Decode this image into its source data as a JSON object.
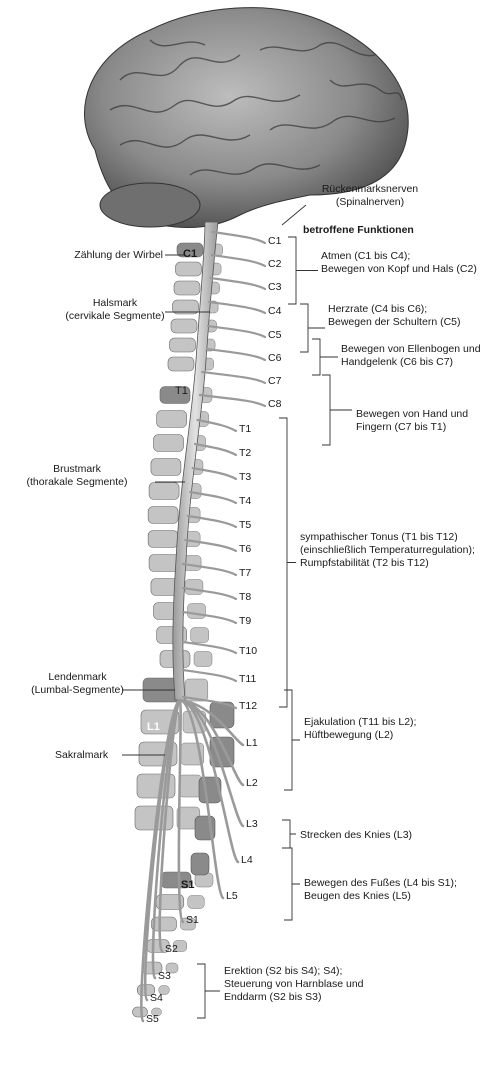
{
  "labels": {
    "nerves_title": "Rückenmarksnerven",
    "nerves_sub": "(Spinalnerven)",
    "header": "betroffene Funktionen",
    "vertebra_count": "Zählung der Wirbel",
    "hals_title": "Halsmark",
    "hals_sub": "(cervikale Segmente)",
    "brust_title": "Brustmark",
    "brust_sub": "(thorakale Segmente)",
    "lenden_title": "Lendenmark",
    "lenden_sub": "(Lumbal-Segmente)",
    "sakral_title": "Sakralmark"
  },
  "vertebra_labels": [
    "C1",
    "T1",
    "L1",
    "S1"
  ],
  "segments": [
    "C1",
    "C2",
    "C3",
    "C4",
    "C5",
    "C6",
    "C7",
    "C8",
    "T1",
    "T2",
    "T3",
    "T4",
    "T5",
    "T6",
    "T7",
    "T8",
    "T9",
    "T10",
    "T11",
    "T12",
    "L1",
    "L2",
    "L3",
    "L4",
    "L5",
    "S1",
    "S2",
    "S3",
    "S4",
    "S5"
  ],
  "functions": [
    {
      "line1": "Atmen (C1 bis C4);",
      "line2": "Bewegen von Kopf und Hals (C2)"
    },
    {
      "line1": "Herzrate (C4 bis C6);",
      "line2": "Bewegen der Schultern (C5)"
    },
    {
      "line1": "Bewegen von Ellenbogen und",
      "line2": "Handgelenk (C6 bis C7)"
    },
    {
      "line1": "Bewegen von Hand und",
      "line2": "Fingern (C7 bis T1)"
    },
    {
      "line1": "sympathischer Tonus (T1 bis T12)",
      "line2": "(einschließlich Temperaturregulation);",
      "line3": "Rumpfstabilität (T2 bis T12)"
    },
    {
      "line1": "Ejakulation (T11 bis L2);",
      "line2": "Hüftbewegung (L2)"
    },
    {
      "line1": "Strecken des Knies (L3)"
    },
    {
      "line1": "Bewegen des Fußes (L4 bis S1);",
      "line2": "Beugen des Knies (L5)"
    },
    {
      "line1": "Erektion (S2 bis S4); S4);",
      "line2": "Steuerung von Harnblase und",
      "line3": "Enddarm (S2 bis S3)"
    }
  ],
  "colors": {
    "vertebra": "#8a8a8a",
    "vertebra_light": "#c4c4c4",
    "cord": "#d9d9d9",
    "brain": "#8f8f8f",
    "line": "#333333"
  }
}
